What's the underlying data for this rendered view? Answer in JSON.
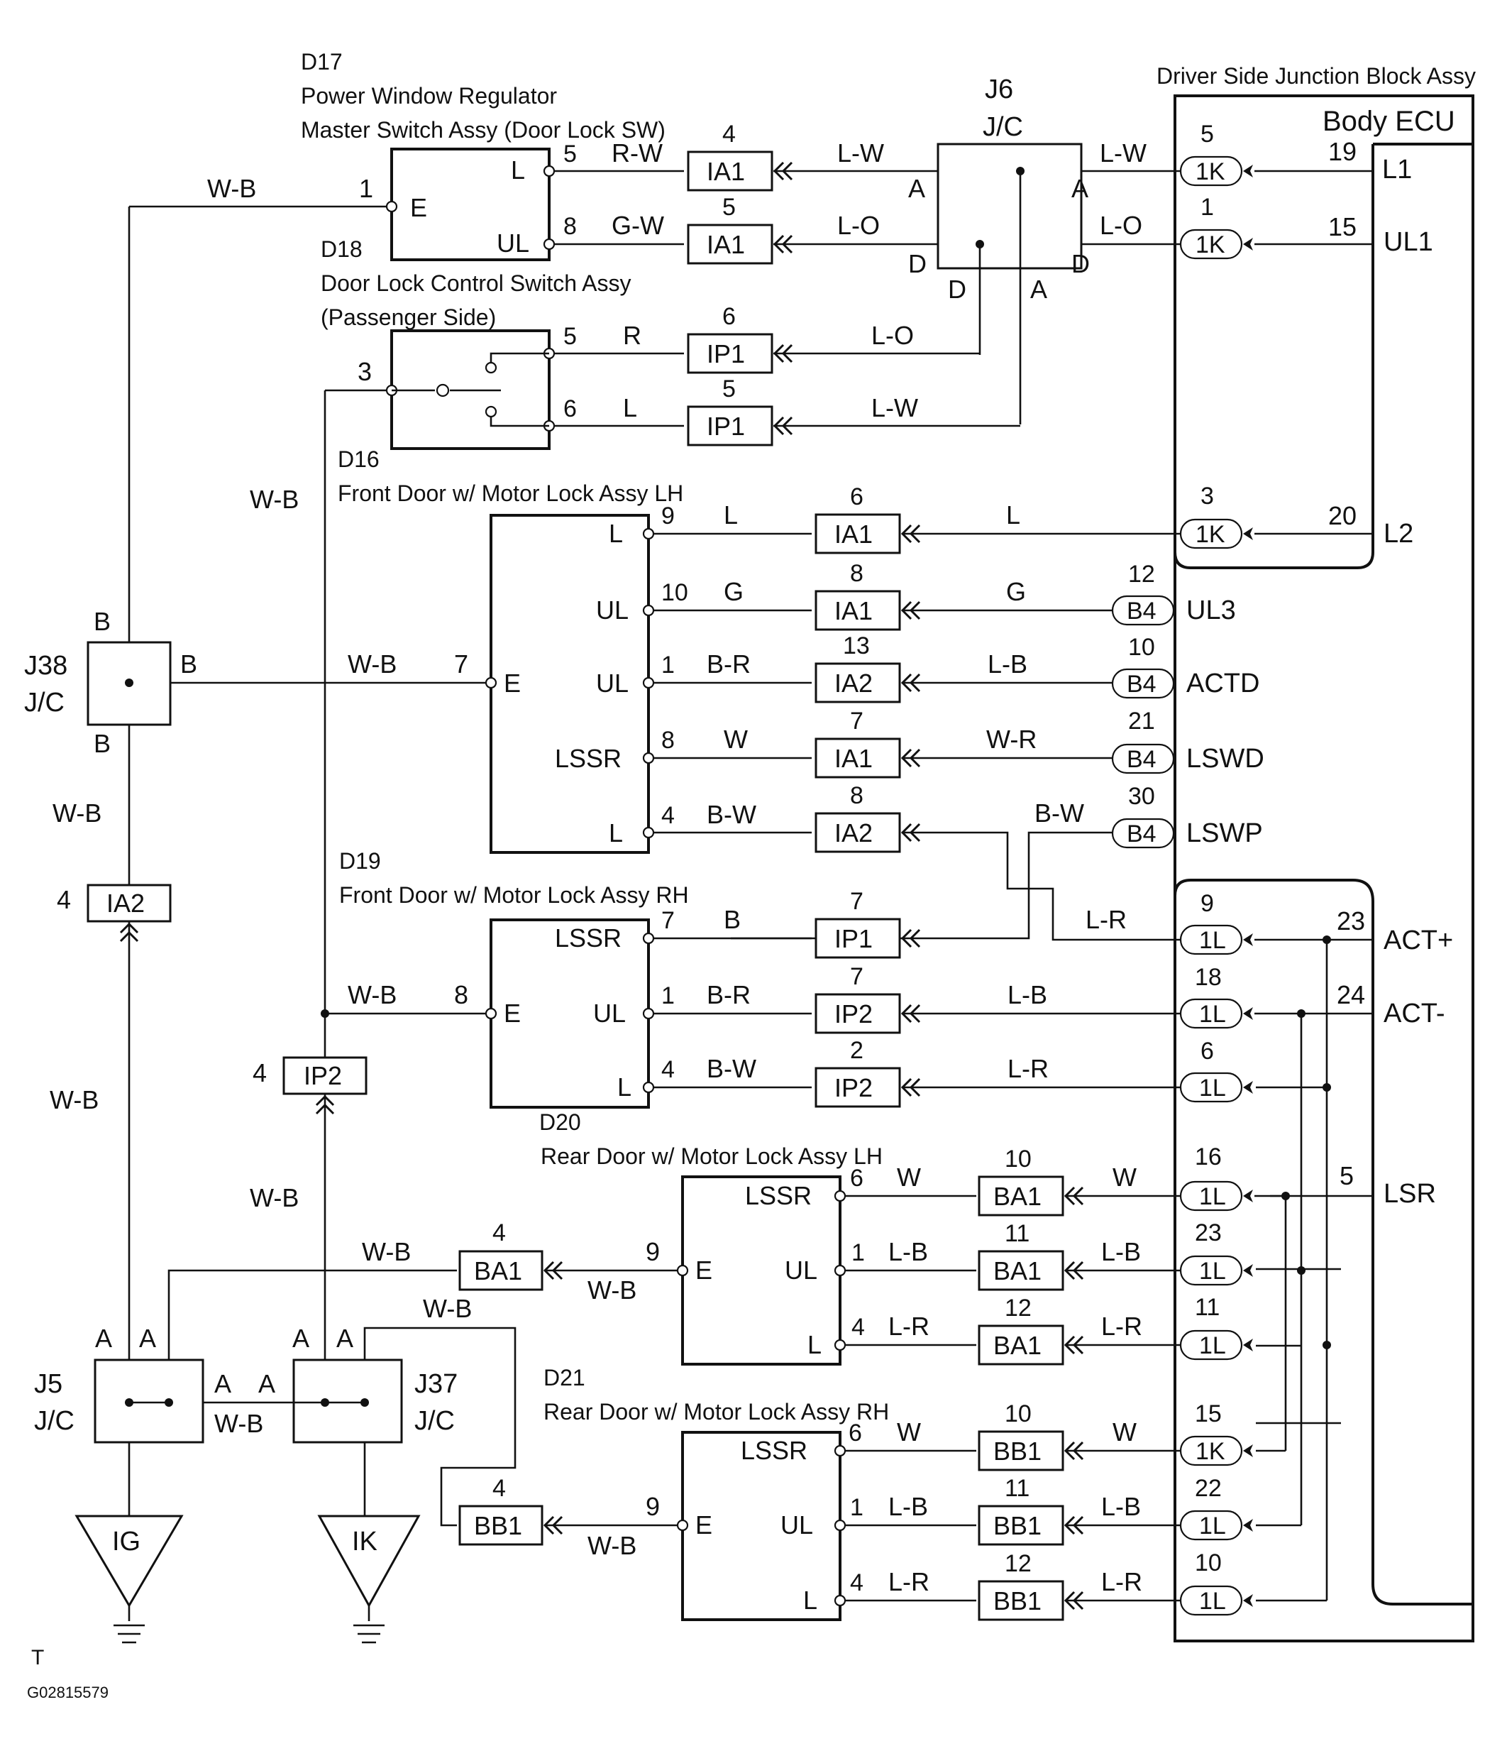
{
  "ecu": {
    "block_title": "Driver Side Junction Block Assy",
    "ecu_title": "Body ECU",
    "signals": [
      {
        "name": "L1",
        "pin": "19"
      },
      {
        "name": "UL1",
        "pin": "15"
      },
      {
        "name": "L2",
        "pin": "20"
      },
      {
        "name": "UL3",
        "pin": ""
      },
      {
        "name": "ACTD",
        "pin": ""
      },
      {
        "name": "LSWD",
        "pin": ""
      },
      {
        "name": "LSWP",
        "pin": ""
      },
      {
        "name": "ACT+",
        "pin": "23"
      },
      {
        "name": "ACT-",
        "pin": "24"
      },
      {
        "name": "LSR",
        "pin": "5"
      }
    ]
  },
  "components": {
    "d17": {
      "code": "D17",
      "line1": "Power Window Regulator",
      "line2": "Master Switch Assy (Door Lock SW)"
    },
    "d18": {
      "code": "D18",
      "line1": "Door Lock Control Switch Assy",
      "line2": "(Passenger Side)"
    },
    "d16": {
      "code": "D16",
      "line1": "Front Door w/ Motor Lock Assy LH"
    },
    "d19": {
      "code": "D19",
      "line1": "Front Door w/ Motor Lock Assy RH"
    },
    "d20": {
      "code": "D20",
      "line1": "Rear Door w/ Motor Lock Assy LH"
    },
    "d21": {
      "code": "D21",
      "line1": "Rear Door w/ Motor Lock Assy RH"
    },
    "j6": {
      "code": "J6",
      "type": "J/C"
    },
    "j38": {
      "code": "J38",
      "type": "J/C"
    },
    "j5": {
      "code": "J5",
      "type": "J/C"
    },
    "j37": {
      "code": "J37",
      "type": "J/C"
    },
    "ig": {
      "label": "IG"
    },
    "ik": {
      "label": "IK"
    }
  },
  "pin_labels": {
    "E": "E",
    "L": "L",
    "UL": "UL",
    "LSSR": "LSSR",
    "A": "A",
    "B": "B",
    "D": "D"
  },
  "wires": {
    "WB": "W-B",
    "RW": "R-W",
    "GW": "G-W",
    "LW": "L-W",
    "LO": "L-O",
    "R": "R",
    "L": "L",
    "G": "G",
    "BR": "B-R",
    "W": "W",
    "BW": "B-W",
    "B": "B",
    "LB": "L-B",
    "WR": "W-R",
    "LR": "L-R"
  },
  "connectors": {
    "IA1": "IA1",
    "IA2": "IA2",
    "IP1": "IP1",
    "IP2": "IP2",
    "BA1": "BA1",
    "BB1": "BB1",
    "K1": "1K",
    "L1": "1L",
    "B4": "B4"
  },
  "pins": {
    "p1": "1",
    "p2": "2",
    "p3": "3",
    "p4": "4",
    "p5": "5",
    "p6": "6",
    "p7": "7",
    "p8": "8",
    "p9": "9",
    "p10": "10",
    "p11": "11",
    "p12": "12",
    "p13": "13",
    "p15": "15",
    "p16": "16",
    "p18": "18",
    "p21": "21",
    "p22": "22",
    "p23": "23",
    "p30": "30"
  },
  "footer": {
    "mark": "T",
    "code": "G02815579"
  }
}
